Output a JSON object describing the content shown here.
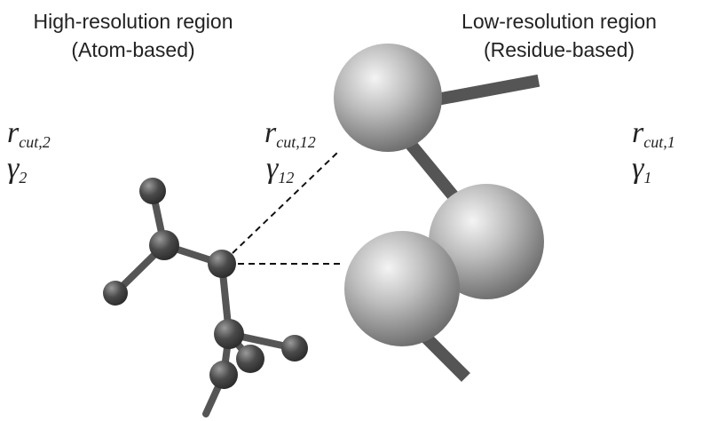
{
  "regions": {
    "high": {
      "title": "High-resolution region",
      "subtitle": "(Atom-based)"
    },
    "low": {
      "title": "Low-resolution region",
      "subtitle": "(Residue-based)"
    }
  },
  "parameters": {
    "high": {
      "cutoff_symbol": "r",
      "cutoff_sub": "cut,2",
      "gamma_symbol": "γ",
      "gamma_sub": "2"
    },
    "interface": {
      "cutoff_symbol": "r",
      "cutoff_sub": "cut,12",
      "gamma_symbol": "γ",
      "gamma_sub": "12"
    },
    "low": {
      "cutoff_symbol": "r",
      "cutoff_sub": "cut,1",
      "gamma_symbol": "γ",
      "gamma_sub": "1"
    }
  },
  "colors": {
    "atom": "#4a4a4a",
    "bead": "#bdbdbd",
    "bond": "#555555",
    "dashed": "#111111"
  }
}
